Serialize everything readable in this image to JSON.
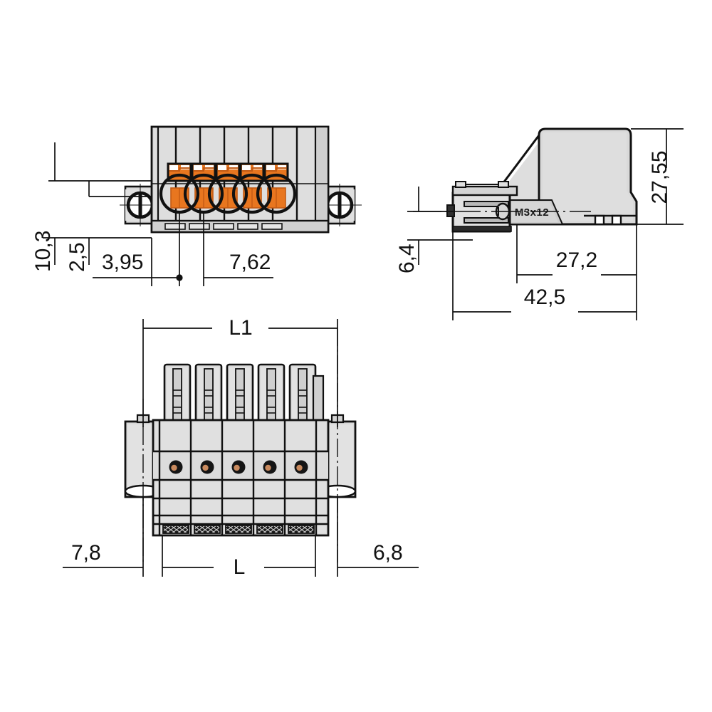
{
  "drawing": {
    "title": "WAGO 2-conductor female connector technical drawing",
    "background_color": "#ffffff",
    "line_color": "#111111",
    "body_fill": "#d9d9d9",
    "body_fill_light": "#e4e4e4",
    "body_fill_dark": "#c4c4c4",
    "accent_orange": "#e8761f",
    "accent_orange_dark": "#c25a14",
    "pole_count": 5
  },
  "views": {
    "top": {
      "name": "front-view",
      "label": ""
    },
    "side": {
      "name": "side-view",
      "thread_label": "M3x12"
    },
    "bottom": {
      "name": "bottom-view",
      "label": ""
    }
  },
  "dimensions": {
    "front": [
      {
        "id": "d-10-3",
        "value": "10,3",
        "orientation": "vertical"
      },
      {
        "id": "d-2-5",
        "value": "2,5",
        "orientation": "vertical"
      },
      {
        "id": "d-3-95",
        "value": "3,95",
        "orientation": "horizontal"
      },
      {
        "id": "d-7-62",
        "value": "7,62",
        "orientation": "horizontal"
      }
    ],
    "side": [
      {
        "id": "d-27-55",
        "value": "27,55",
        "orientation": "vertical"
      },
      {
        "id": "d-6-4",
        "value": "6,4",
        "orientation": "vertical"
      },
      {
        "id": "d-27-2",
        "value": "27,2",
        "orientation": "horizontal"
      },
      {
        "id": "d-42-5",
        "value": "42,5",
        "orientation": "horizontal"
      }
    ],
    "bottom": [
      {
        "id": "d-L1",
        "value": "L1",
        "orientation": "horizontal"
      },
      {
        "id": "d-L",
        "value": "L",
        "orientation": "horizontal"
      },
      {
        "id": "d-7-8",
        "value": "7,8",
        "orientation": "horizontal"
      },
      {
        "id": "d-6-8",
        "value": "6,8",
        "orientation": "horizontal"
      }
    ]
  }
}
